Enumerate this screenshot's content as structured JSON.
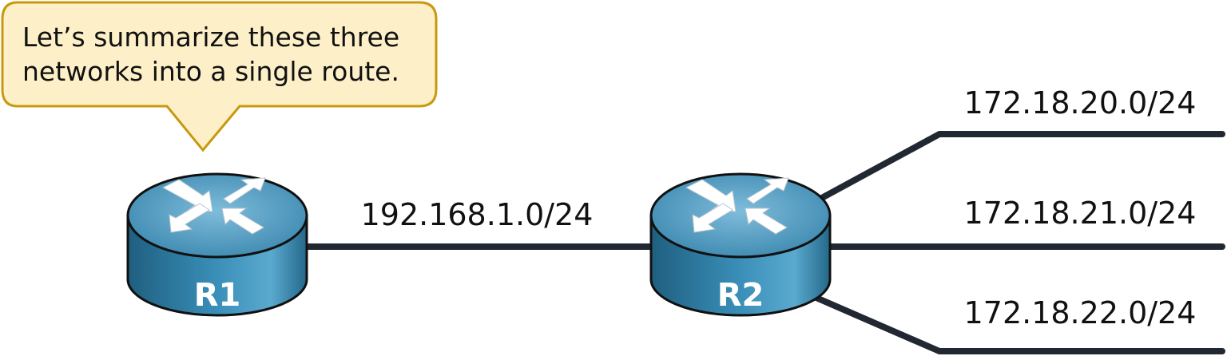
{
  "callout": {
    "line1": "Let’s summarize these three",
    "line2": "networks into a single route.",
    "fill": "#fdf0c8",
    "border": "#c8990f"
  },
  "routers": [
    {
      "name": "R1",
      "icon": "router-icon"
    },
    {
      "name": "R2",
      "icon": "router-icon"
    }
  ],
  "links": {
    "r1_r2": "192.168.1.0/24",
    "networks": [
      "172.18.20.0/24",
      "172.18.21.0/24",
      "172.18.22.0/24"
    ]
  },
  "colors": {
    "router_top": "#4f9ec4",
    "router_side": "#2f7ea6",
    "line": "#222831"
  }
}
